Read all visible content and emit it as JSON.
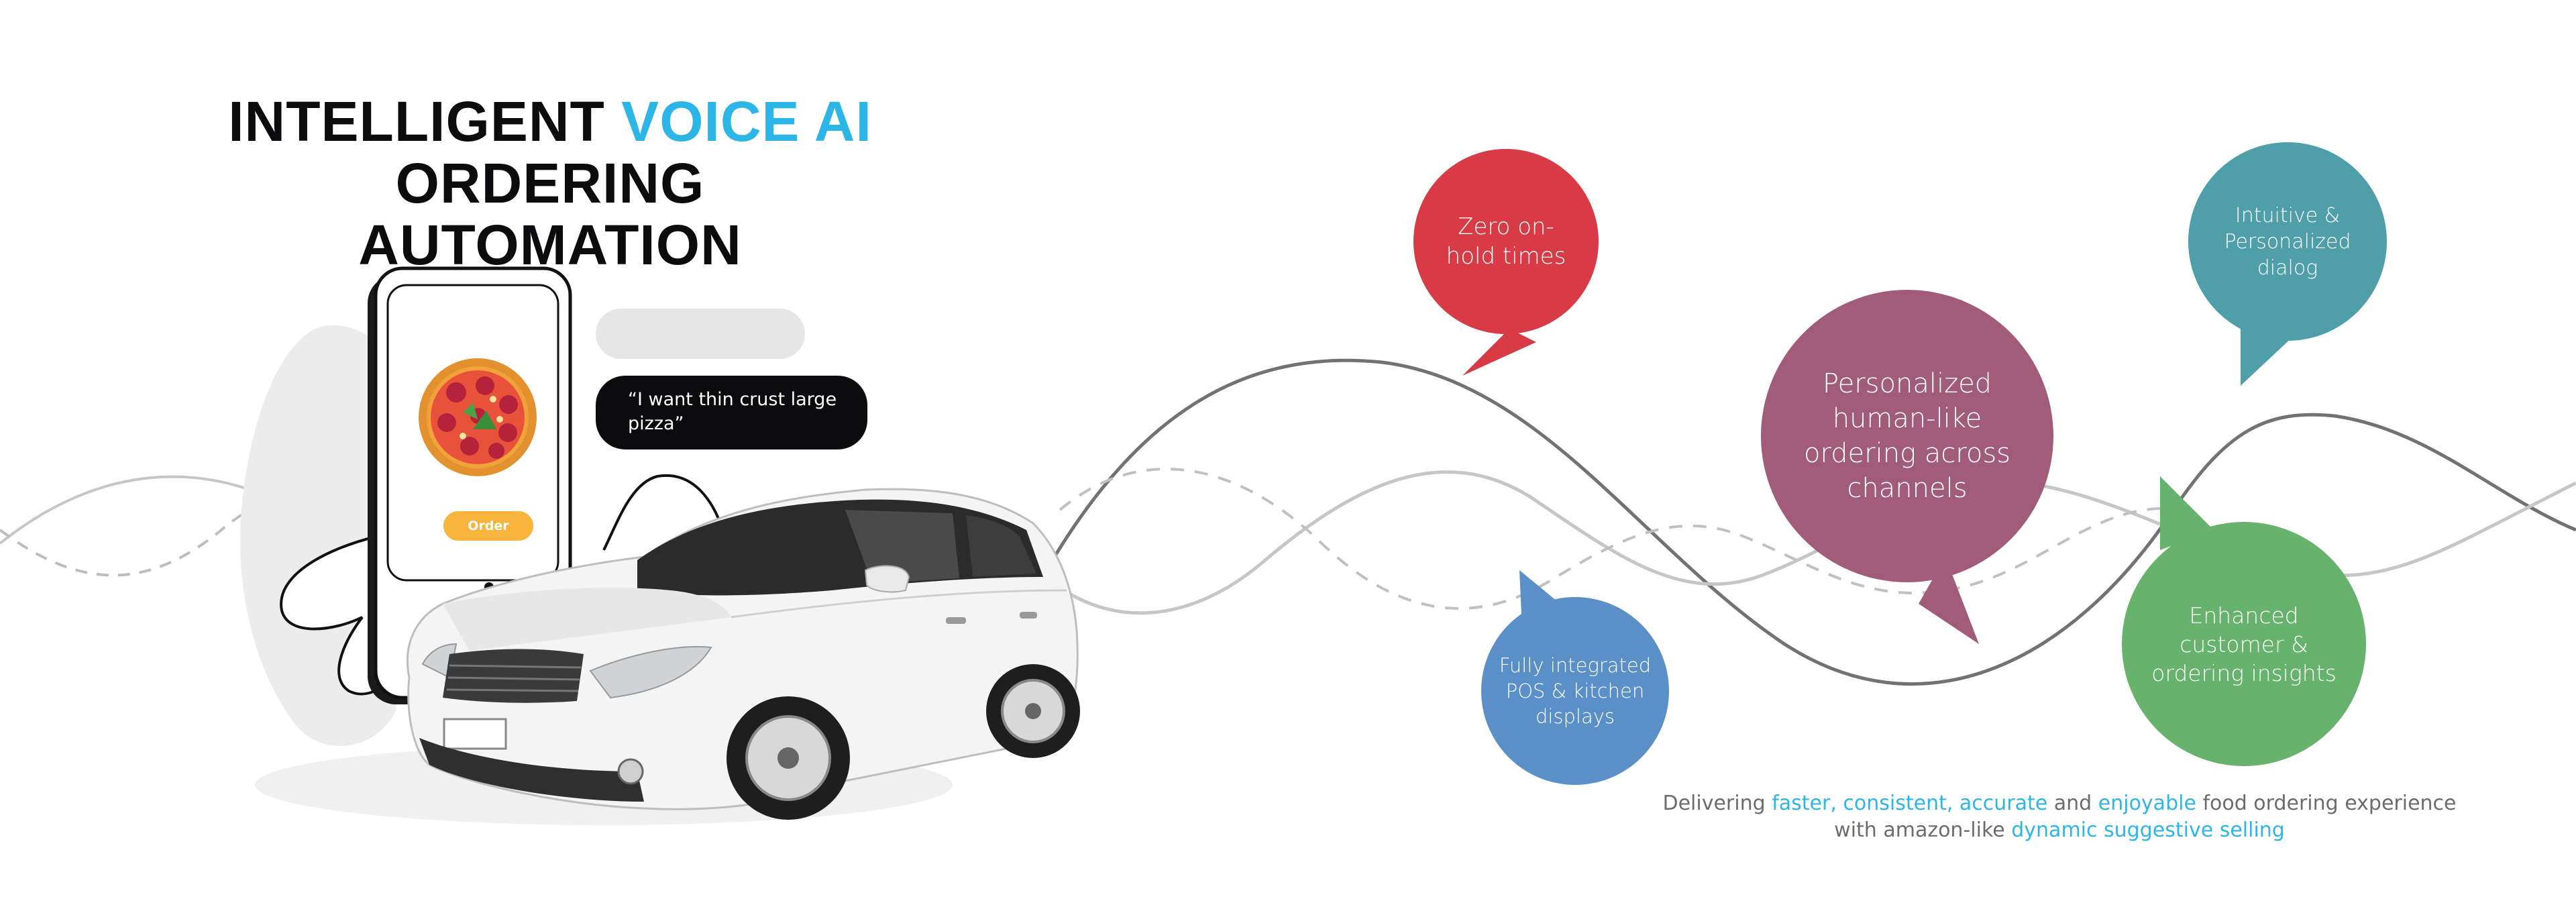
{
  "headline": {
    "part1": "INTELLIGENT ",
    "accent": "VOICE AI",
    "part2": " ORDERING",
    "line2": "AUTOMATION"
  },
  "phone": {
    "order_label": "Order",
    "speech_text": "“I want thin crust large pizza”"
  },
  "bubbles": [
    {
      "text": "Zero on-hold times",
      "color": "#d83a46"
    },
    {
      "text": "Fully integrated POS & kitchen displays",
      "color": "#5b8fc7"
    },
    {
      "text": "Personalized human-like ordering across channels",
      "color": "#a15c7a"
    },
    {
      "text": "Intuitive & Personalized dialog",
      "color": "#4f9fab"
    },
    {
      "text": "Enhanced customer & ordering insights",
      "color": "#67b26c"
    }
  ],
  "tagline": {
    "t1": "Delivering ",
    "h1": "faster, consistent, accurate",
    "t2": " and ",
    "h2": "enjoyable",
    "t3": " food ordering experience",
    "t4": "with amazon-like ",
    "h3": "dynamic suggestive selling"
  },
  "colors": {
    "accent": "#2cb6e8",
    "order_button": "#f7b33b",
    "wave_dark": "#6e6e6e",
    "wave_light": "#c4c4c4"
  }
}
